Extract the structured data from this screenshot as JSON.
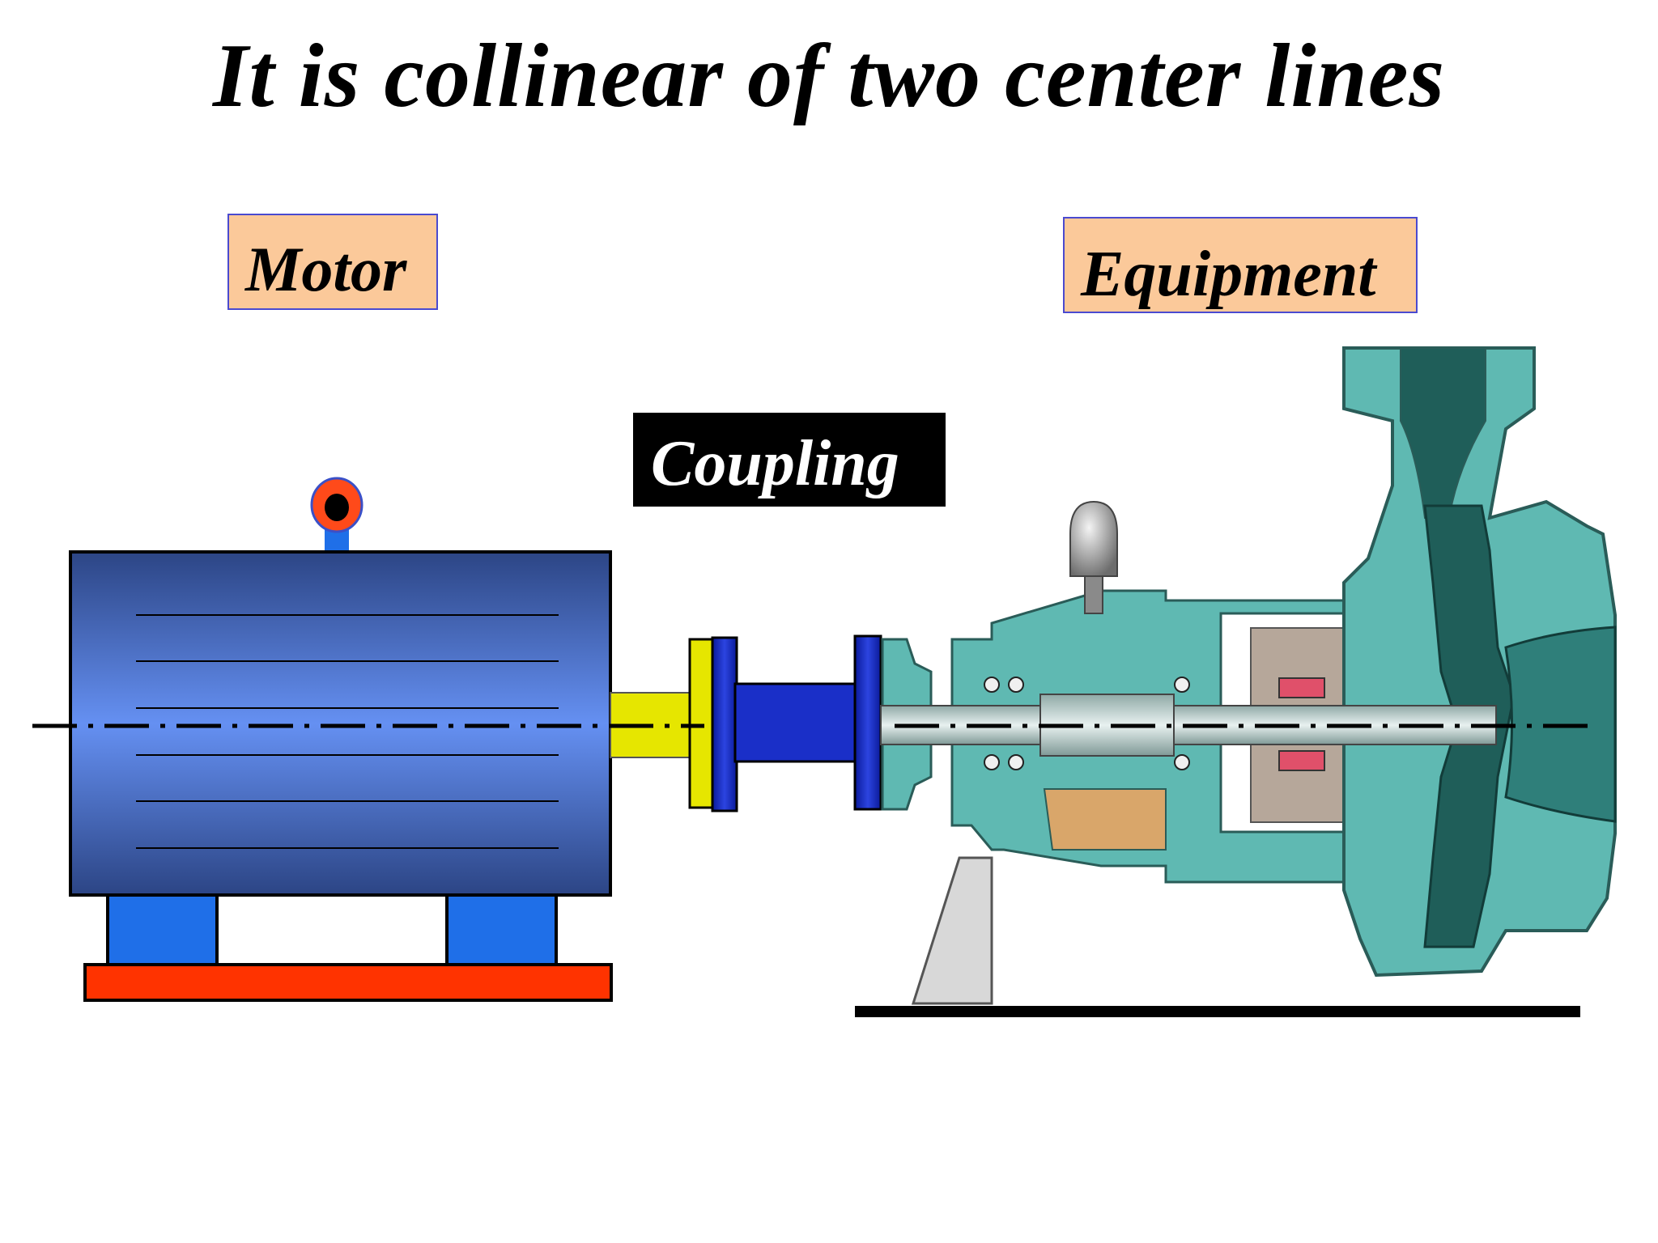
{
  "title": "It is collinear of two center lines",
  "labels": {
    "motor": "Motor",
    "coupling": "Coupling",
    "equipment": "Equipment"
  },
  "colors": {
    "label_fill": "#fbc99a",
    "label_border": "#4a4ad0",
    "motor_body": "#5b86e6",
    "motor_dark": "#2e4a8c",
    "motor_feet": "#1f6fe8",
    "motor_base": "#ff3300",
    "shaft_yellow": "#e6e600",
    "coupling_blue": "#1a2fc8",
    "pump_teal": "#5fb9b2",
    "pump_dark": "#2f7f7a"
  }
}
